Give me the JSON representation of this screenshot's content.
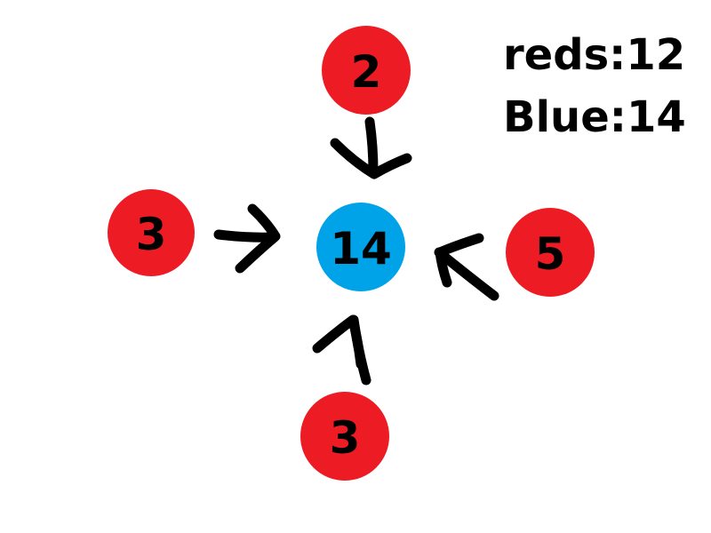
{
  "colors": {
    "red": "#ED1C24",
    "blue": "#00A2E8",
    "ink": "#000000",
    "background": "#FFFFFF"
  },
  "legend": {
    "reds_line": "reds:12",
    "blue_line": "Blue:14"
  },
  "nodes": {
    "center": {
      "label": "14",
      "color": "blue"
    },
    "top": {
      "label": "2",
      "color": "red"
    },
    "left": {
      "label": "3",
      "color": "red"
    },
    "right": {
      "label": "5",
      "color": "red"
    },
    "bottom": {
      "label": "3",
      "color": "red"
    }
  },
  "edges": [
    {
      "from": "top",
      "to": "center"
    },
    {
      "from": "left",
      "to": "center"
    },
    {
      "from": "right",
      "to": "center"
    },
    {
      "from": "bottom",
      "to": "center"
    }
  ]
}
